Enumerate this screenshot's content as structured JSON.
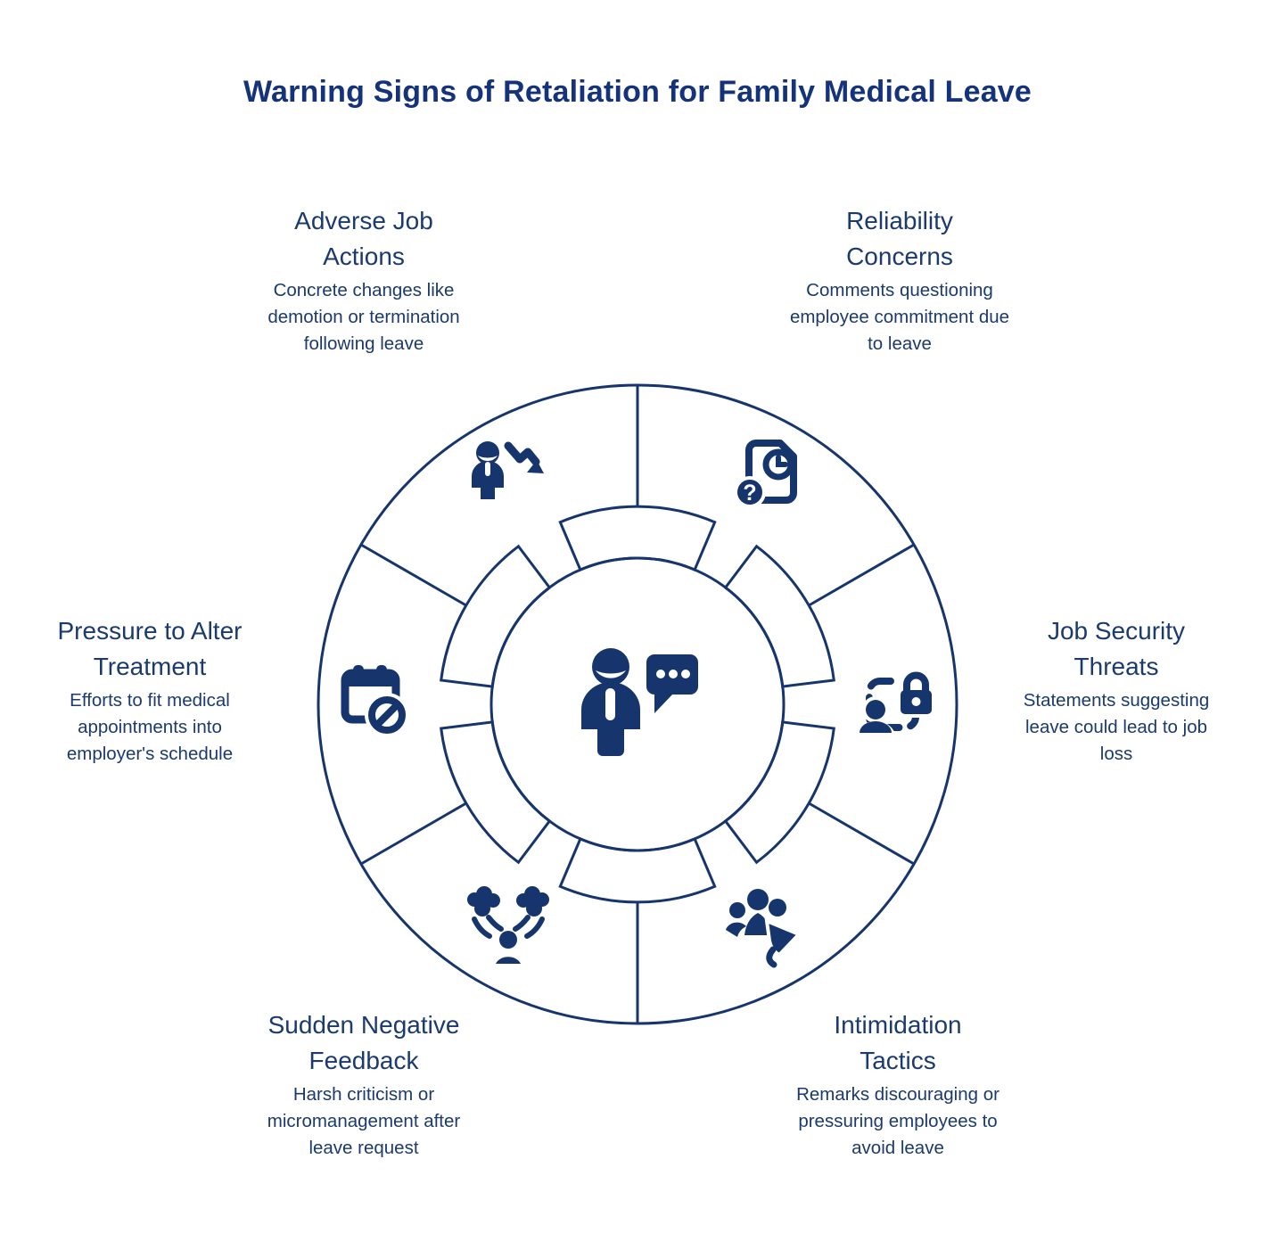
{
  "title": "Warning Signs of Retaliation for Family Medical Leave",
  "colors": {
    "accent": "#17356D",
    "text": "#1B3A6E",
    "title": "#14337A",
    "background": "#FFFFFF"
  },
  "center": {
    "icon": "person-chat-icon"
  },
  "segments": [
    {
      "position": "top-left",
      "heading": "Adverse Job\nActions",
      "description": "Concrete changes like demotion or termination following leave",
      "icon": "person-decline-icon"
    },
    {
      "position": "top-right",
      "heading": "Reliability\nConcerns",
      "description": "Comments questioning employee commitment due to leave",
      "icon": "leave-document-icon"
    },
    {
      "position": "right",
      "heading": "Job Security\nThreats",
      "description": "Statements suggesting leave could lead to job loss",
      "icon": "person-lock-icon"
    },
    {
      "position": "bottom-right",
      "heading": "Intimidation\nTactics",
      "description": "Remarks discouraging or pressuring employees to avoid leave",
      "icon": "group-megaphone-icon"
    },
    {
      "position": "bottom-left",
      "heading": "Sudden Negative\nFeedback",
      "description": "Harsh criticism or micromanagement after leave request",
      "icon": "criticism-icon"
    },
    {
      "position": "left",
      "heading": "Pressure to Alter\nTreatment",
      "description": "Efforts to fit medical appointments into employer's schedule",
      "icon": "calendar-blocked-icon"
    }
  ]
}
